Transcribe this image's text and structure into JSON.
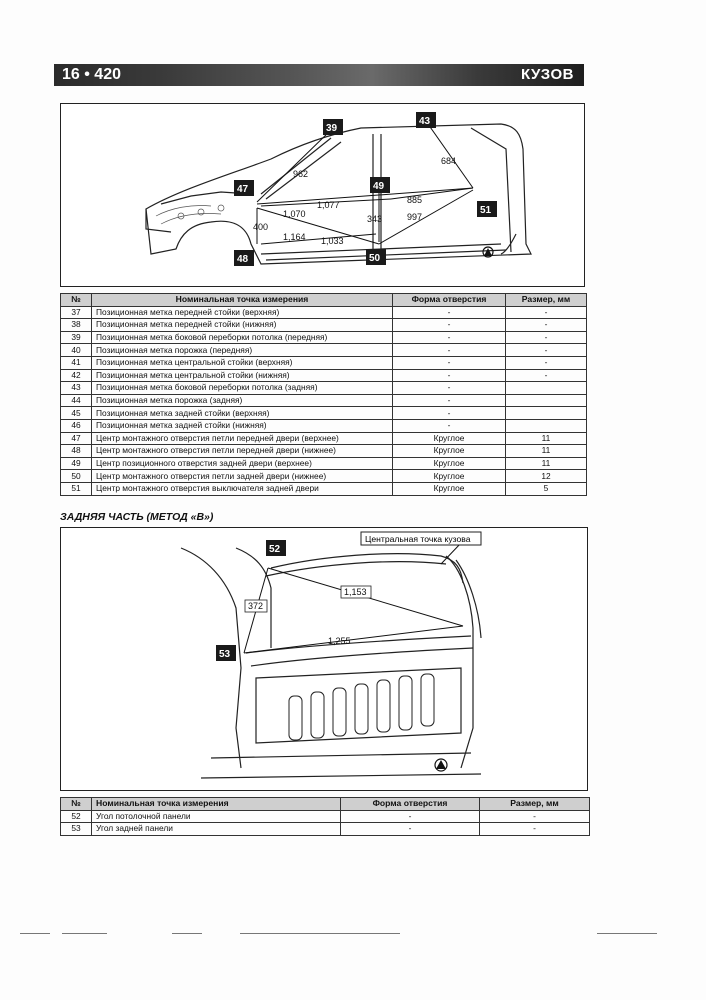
{
  "header": {
    "page_number": "16 • 420",
    "section": "КУЗОВ"
  },
  "figure1": {
    "markers": [
      "39",
      "43",
      "47",
      "49",
      "51",
      "48",
      "50"
    ],
    "dimensions": [
      "962",
      "684",
      "1,077",
      "885",
      "1,070",
      "997",
      "343",
      "400",
      "1,164",
      "1,033"
    ]
  },
  "table1": {
    "columns": [
      "№",
      "Номинальная точка измерения",
      "Форма отверстия",
      "Размер, мм"
    ],
    "rows": [
      [
        "37",
        "Позиционная метка передней стойки (верхняя)",
        "-",
        "-"
      ],
      [
        "38",
        "Позиционная метка передней стойки (нижняя)",
        "-",
        "-"
      ],
      [
        "39",
        "Позиционная метка боковой переборки потолка (передняя)",
        "-",
        "-"
      ],
      [
        "40",
        "Позиционная метка порожка (передняя)",
        "-",
        "-"
      ],
      [
        "41",
        "Позиционная метка центральной стойки (верхняя)",
        "-",
        "-"
      ],
      [
        "42",
        "Позиционная метка центральной стойки (нижняя)",
        "-",
        "-"
      ],
      [
        "43",
        "Позиционная метка боковой переборки потолка (задняя)",
        "-",
        ""
      ],
      [
        "44",
        "Позиционная метка порожка (задняя)",
        "-",
        ""
      ],
      [
        "45",
        "Позиционная метка задней стойки (верхняя)",
        "-",
        ""
      ],
      [
        "46",
        "Позиционная метка задней стойки (нижняя)",
        "-",
        ""
      ],
      [
        "47",
        "Центр монтажного отверстия петли передней двери (верхнее)",
        "Круглое",
        "11"
      ],
      [
        "48",
        "Центр монтажного отверстия петли передней двери (нижнее)",
        "Круглое",
        "11"
      ],
      [
        "49",
        "Центр позиционного отверстия задней двери (верхнее)",
        "Круглое",
        "11"
      ],
      [
        "50",
        "Центр монтажного отверстия петли задней двери (нижнее)",
        "Круглое",
        "12"
      ],
      [
        "51",
        "Центр монтажного отверстия выключателя задней двери",
        "Круглое",
        "5"
      ]
    ]
  },
  "subsection_title": "ЗАДНЯЯ ЧАСТЬ (МЕТОД «В»)",
  "figure2": {
    "markers": [
      "52",
      "53"
    ],
    "callout": "Центральная точка кузова",
    "dimensions": [
      "372",
      "1,153",
      "1,255"
    ]
  },
  "table2": {
    "columns": [
      "№",
      "Номинальная точка измерения",
      "Форма отверстия",
      "Размер, мм"
    ],
    "rows": [
      [
        "52",
        "Угол потолочной панели",
        "-",
        "-"
      ],
      [
        "53",
        "Угол задней панели",
        "-",
        "-"
      ]
    ]
  }
}
